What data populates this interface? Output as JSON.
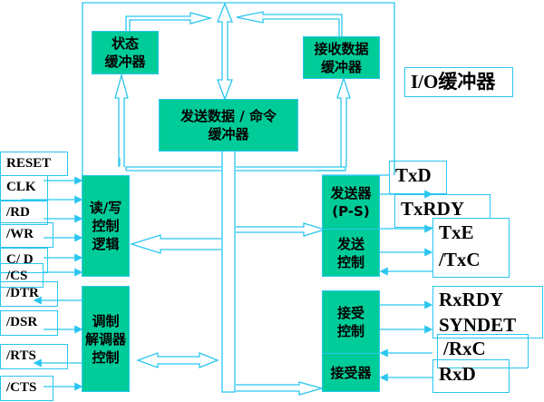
{
  "title": "I/O缓冲器",
  "blocks": {
    "status": "状态\n缓冲器",
    "receive_buffer": "接收数据\n缓冲器",
    "send_buffer": "发送数据 / 命令\n缓冲器",
    "rw_control": "读/写\n控制\n逻辑",
    "modem_control": "调制\n解调器\n控制",
    "transmitter": "发送器\n(P-S)",
    "transmit_control": "发送\n控制",
    "receive_control": "接受\n控制",
    "receiver": "接受器"
  },
  "left_pins": [
    "RESET",
    "CLK",
    "/RD",
    "/WR",
    "C/ D",
    "/CS",
    "/DTR",
    "/DSR",
    "/RTS",
    "/CTS"
  ],
  "right_pins": {
    "txd": "TxD",
    "txrdy": "TxRDY",
    "txe": "TxE",
    "txc": "/TxC",
    "rxrdy": "RxRDY",
    "syndet": "SYNDET",
    "rxc": "/RxC",
    "rxd": "RxD"
  },
  "colors": {
    "block": "#00cc99",
    "line": "#29c6f0"
  }
}
